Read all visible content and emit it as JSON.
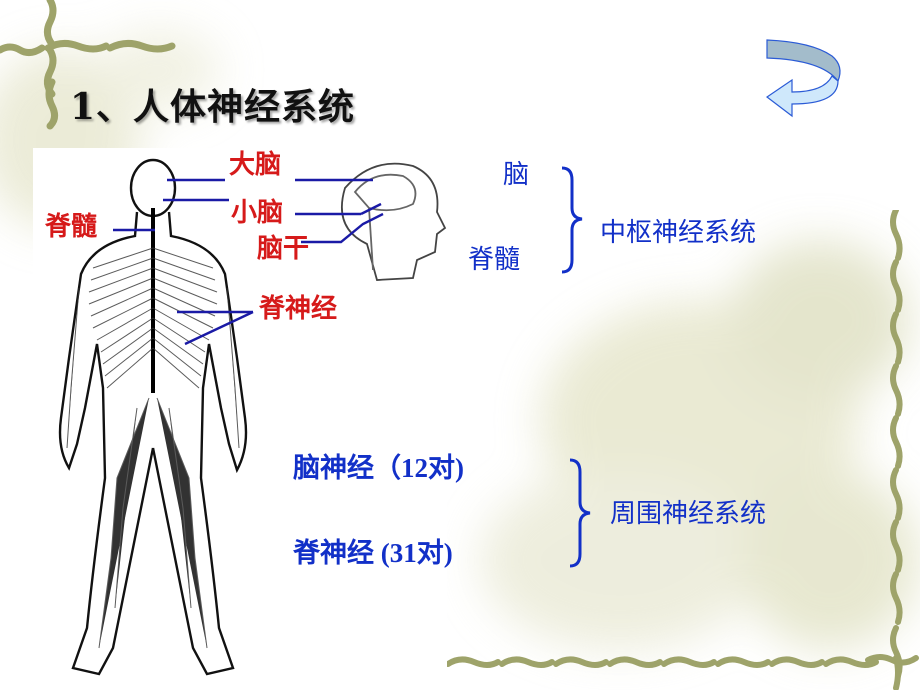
{
  "slide": {
    "title": "1、人体神经系统",
    "colors": {
      "title": "#111111",
      "label_blue": "#1230c8",
      "figure_label_red": "#d61a1a",
      "vine_green": "#9ea36a",
      "arrow_top": "#a3bccb",
      "arrow_bottom": "#cfe8fb",
      "arrow_stroke": "#2b5bd6"
    }
  },
  "nav": {
    "back_arrow_icon": "curved-return-arrow"
  },
  "figure": {
    "labels": {
      "cerebrum": "大脑",
      "cerebellum": "小脑",
      "brainstem": "脑干",
      "spinal_cord": "脊髓",
      "spinal_nerves": "脊神经"
    }
  },
  "central": {
    "items": [
      "脑",
      "脊髓"
    ],
    "group_label": "中枢神经系统"
  },
  "peripheral": {
    "items": [
      "脑神经（12对)",
      "脊神经 (31对)"
    ],
    "group_label": "周围神经系统"
  }
}
